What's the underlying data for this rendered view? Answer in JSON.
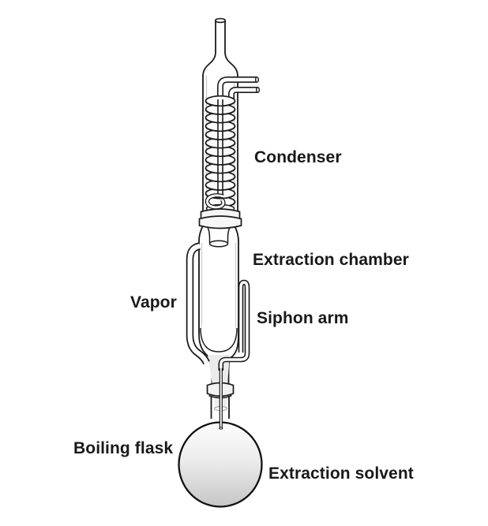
{
  "figure": {
    "type": "soxhlet-extractor-diagram",
    "background_color": "#ffffff",
    "line_color": "#1a1a1a",
    "glass_fill": "#ffffff",
    "solvent_gradient": [
      "#fdfdfd",
      "#c6c6c6"
    ],
    "labels": {
      "condenser": "Condenser",
      "extraction_chamber": "Extraction chamber",
      "vapor": "Vapor",
      "siphon_arm": "Siphon arm",
      "boiling_flask": "Boiling flask",
      "extraction_solvent": "Extraction solvent"
    }
  }
}
